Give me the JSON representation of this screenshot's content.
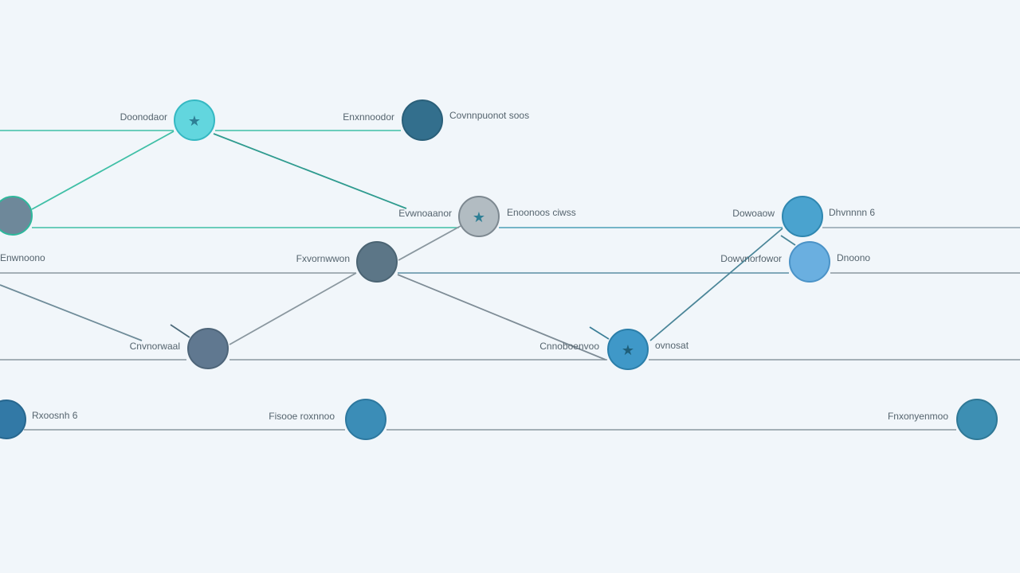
{
  "colors": {
    "background": "#f1f6fa",
    "teal_edge": "#3fbfa6",
    "gray_edge": "#7e8c96",
    "blue_edge": "#4a8598",
    "star": "#2e7f95"
  },
  "nodes": [
    {
      "id": "n1",
      "label": "Doonodaor",
      "fill": "#62d6de",
      "stroke": "#35b8c2",
      "icon": "star-icon"
    },
    {
      "id": "n2",
      "label": "Enxnnoodor",
      "fill": "#336f8d",
      "stroke": "#2a5f79",
      "icon": "none"
    },
    {
      "id": "n2b",
      "label": "Covnnpuonot soos",
      "fill": "none",
      "stroke": "none",
      "icon": "none"
    },
    {
      "id": "n3",
      "label": "",
      "fill": "#6e889a",
      "stroke": "#2fb89c",
      "icon": "none"
    },
    {
      "id": "n4",
      "label": "Evwnoaanor",
      "fill": "#b2bcc2",
      "stroke": "#7d8890",
      "icon": "star-icon"
    },
    {
      "id": "n4b",
      "label": "Enoonoos ciwss",
      "fill": "none",
      "stroke": "none",
      "icon": "none"
    },
    {
      "id": "n5",
      "label": "Dowoaow",
      "fill": "#4aa3cf",
      "stroke": "#2f87b0",
      "icon": "none"
    },
    {
      "id": "n5b",
      "label": "Dhvnnnn 6",
      "fill": "none",
      "stroke": "none",
      "icon": "none"
    },
    {
      "id": "n6",
      "label": "Fxvornwwon",
      "fill": "#5c7687",
      "stroke": "#4b6473",
      "icon": "none"
    },
    {
      "id": "n7",
      "label": "Dowvnorfowor",
      "fill": "#6aafe0",
      "stroke": "#4b93c7",
      "icon": "none"
    },
    {
      "id": "n7b",
      "label": "Dnoono",
      "fill": "none",
      "stroke": "none",
      "icon": "none"
    },
    {
      "id": "n8",
      "label": "Cnvnorwaal",
      "fill": "#607890",
      "stroke": "#4e6579",
      "icon": "none"
    },
    {
      "id": "n9",
      "label": "Cnnoboenvoo",
      "fill": "#3f98c8",
      "stroke": "#2b7ea9",
      "icon": "star-icon"
    },
    {
      "id": "n9b",
      "label": "ovnosat",
      "fill": "none",
      "stroke": "none",
      "icon": "none"
    },
    {
      "id": "n10",
      "label": "Rxoosnh 6",
      "fill": "#3279a6",
      "stroke": "#27678f",
      "icon": "none"
    },
    {
      "id": "n11",
      "label": "Fisooe roxnnoo",
      "fill": "#3b8db7",
      "stroke": "#2d789f",
      "icon": "none"
    },
    {
      "id": "n12",
      "label": "Fnxonyenmoo",
      "fill": "#3d8fb3",
      "stroke": "#2f7896",
      "icon": "none"
    },
    {
      "id": "n13",
      "label": "Enwnoono",
      "fill": "none",
      "stroke": "none",
      "icon": "none"
    }
  ]
}
